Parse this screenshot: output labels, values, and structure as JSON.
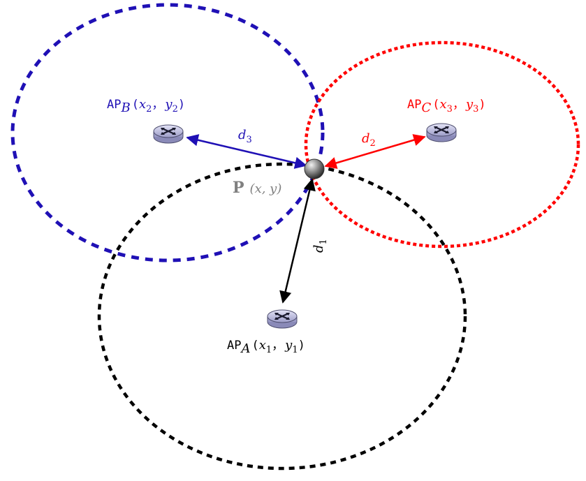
{
  "colors": {
    "ap_a": "#000000",
    "ap_b": "#1f10b5",
    "ap_c": "#ff0000",
    "point": "#808080"
  },
  "icons": {
    "router": "router-icon",
    "point": "point-marker-icon"
  },
  "point": {
    "bold": "P",
    "coords_italic": "(x, y)"
  },
  "aps": {
    "a": {
      "prefix": "AP",
      "sub": "A",
      "open": "(",
      "x": "x",
      "x_sub": "1",
      "sep": "，",
      "y": "y",
      "y_sub": "1",
      "close": ")"
    },
    "b": {
      "prefix": "AP",
      "sub": "B",
      "open": "(",
      "x": "x",
      "x_sub": "2",
      "sep": "，",
      "y": "y",
      "y_sub": "2",
      "close": ")"
    },
    "c": {
      "prefix": "AP",
      "sub": "C",
      "open": "(",
      "x": "x",
      "x_sub": "3",
      "sep": "，",
      "y": "y",
      "y_sub": "3",
      "close": ")"
    }
  },
  "distances": {
    "d1": {
      "var": "d",
      "sub": "1"
    },
    "d2": {
      "var": "d",
      "sub": "2"
    },
    "d3": {
      "var": "d",
      "sub": "3"
    }
  }
}
